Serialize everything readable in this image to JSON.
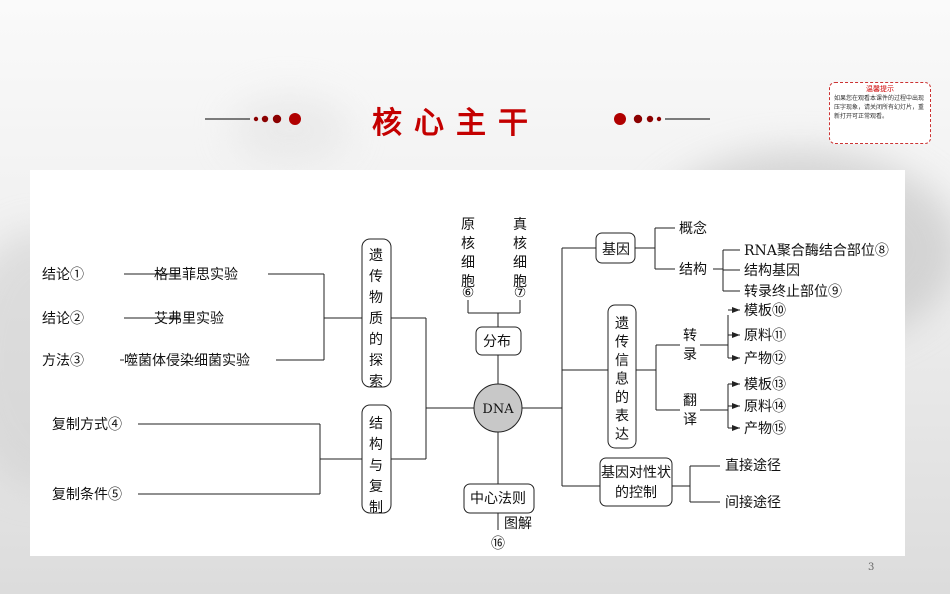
{
  "title": "核心主干",
  "hint": {
    "title": "温馨提示",
    "body": "如果您在观看本课件的过程中出现压字现象，请关闭所有幻灯片，重新打开可正常观看。"
  },
  "page_number": "3",
  "center": "DNA",
  "left_boxes": {
    "explore": "遗传物质的探索",
    "struct": "结构与复制"
  },
  "explore_items": [
    {
      "label": "结论①",
      "exp": "格里菲思实验"
    },
    {
      "label": "结论②",
      "exp": "艾弗里实验"
    },
    {
      "label": "方法③",
      "exp": "噬菌体侵染细菌实验"
    }
  ],
  "struct_items": [
    "复制方式④",
    "复制条件⑤"
  ],
  "distribution": {
    "box": "分布",
    "pro": "原核细胞",
    "pro_num": "⑥",
    "euk": "真核细胞",
    "euk_num": "⑦"
  },
  "central": {
    "box": "中心法则",
    "sub": "图解",
    "num": "⑯"
  },
  "gene": {
    "box": "基因",
    "concept": "概念",
    "structure": "结构",
    "items": [
      "RNA聚合酶结合部位⑧",
      "结构基因",
      "转录终止部位⑨"
    ]
  },
  "expression": {
    "box": "遗传信息的表达",
    "transcription": "转录",
    "trans_items": [
      "模板⑩",
      "原料⑪",
      "产物⑫"
    ],
    "translation": "翻译",
    "transl_items": [
      "模板⑬",
      "原料⑭",
      "产物⑮"
    ]
  },
  "control": {
    "box": "基因对性状的控制",
    "items": [
      "直接途径",
      "间接途径"
    ]
  }
}
